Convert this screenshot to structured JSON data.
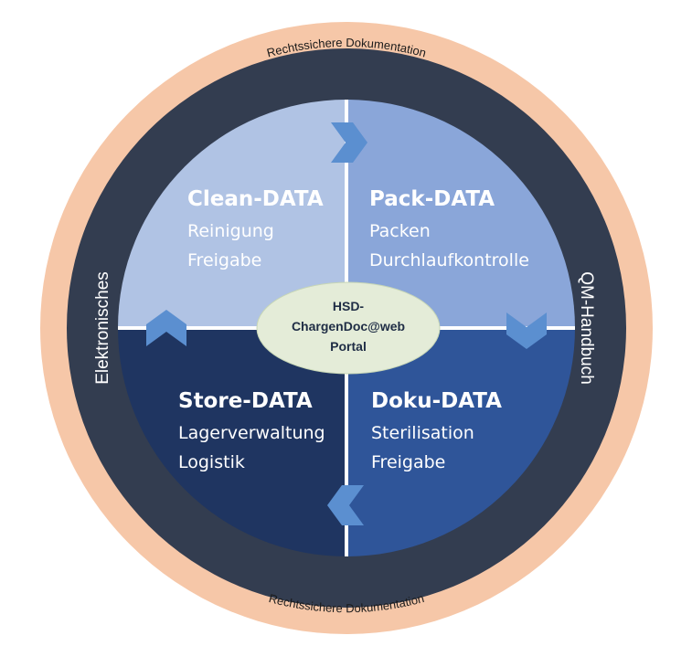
{
  "outer_ring": {
    "top_label": "Rechtssichere Dokumentation",
    "bottom_label": "Rechtssichere Dokumentation",
    "left_label": "Elektronisches",
    "right_label": "QM-Handbuch"
  },
  "center": {
    "line1": "HSD-",
    "line2": "ChargenDoc@web",
    "line3": "Portal"
  },
  "quadrants": {
    "clean": {
      "title": "Clean-DATA",
      "line1": "Reinigung",
      "line2": "Freigabe"
    },
    "pack": {
      "title": "Pack-DATA",
      "line1": "Packen",
      "line2": "Durchlaufkontrolle"
    },
    "store": {
      "title": "Store-DATA",
      "line1": "Lagerverwaltung",
      "line2": "Logistik"
    },
    "doku": {
      "title": "Doku-DATA",
      "line1": "Sterilisation",
      "line2": "Freigabe"
    }
  },
  "colors": {
    "outer_ring": "#f6c7a8",
    "dark_ring": "#333d50",
    "clean": "#b0c3e4",
    "pack": "#8aa6d9",
    "store": "#1f3561",
    "doku": "#2f5599",
    "chevron": "#5b8fd0",
    "center_ellipse": "#e4ecd8"
  },
  "icons": {
    "top": "chevron-right-icon",
    "right": "chevron-down-icon",
    "bottom": "chevron-left-icon",
    "left": "chevron-up-icon"
  }
}
